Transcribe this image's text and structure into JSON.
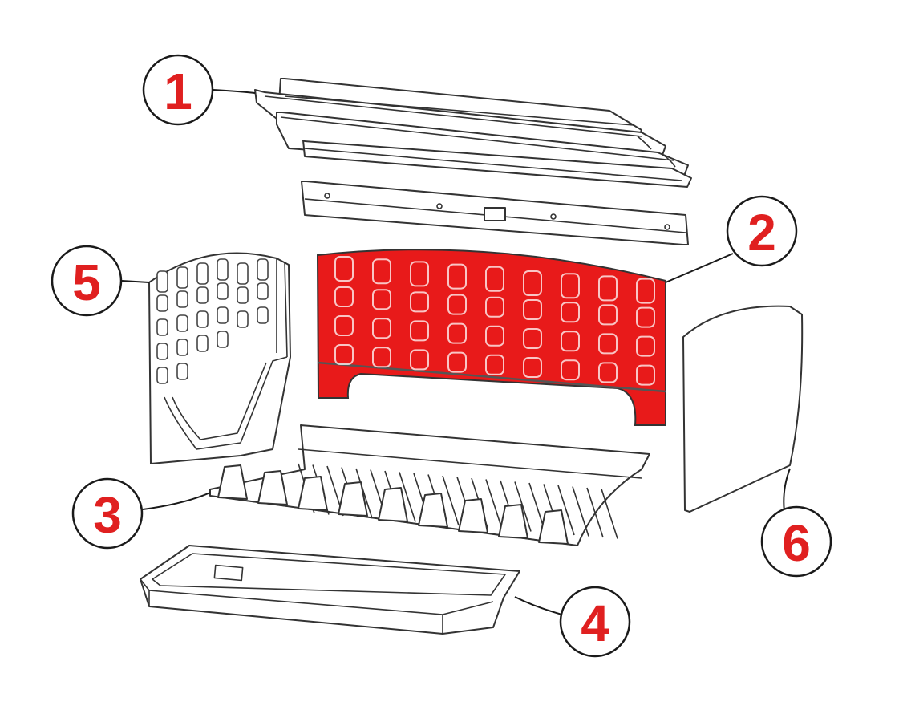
{
  "diagram": {
    "highlight_color": "#e81a1a",
    "callout_text_color": "#e02020",
    "highlighted_part": "2",
    "callouts": [
      {
        "id": "1",
        "label": "1"
      },
      {
        "id": "2",
        "label": "2"
      },
      {
        "id": "3",
        "label": "3"
      },
      {
        "id": "4",
        "label": "4"
      },
      {
        "id": "5",
        "label": "5"
      },
      {
        "id": "6",
        "label": "6"
      }
    ]
  }
}
